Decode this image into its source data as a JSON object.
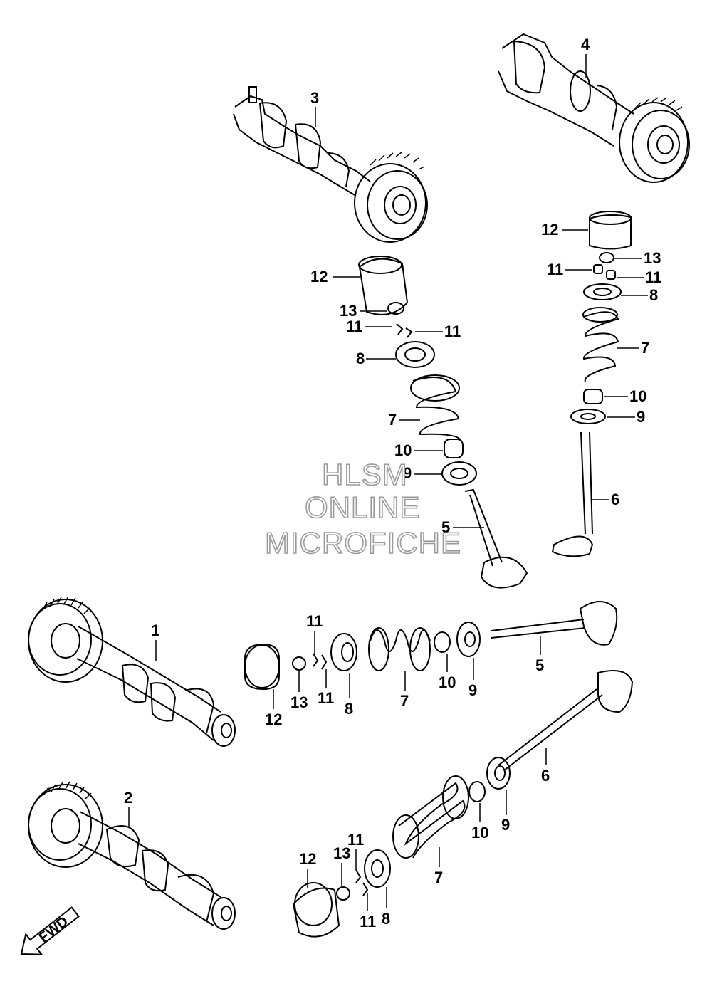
{
  "watermark": {
    "line1": "HLSM",
    "line2": "ONLINE",
    "line3": "MICROFICHE"
  },
  "fwd_label": "FWD",
  "labels": {
    "a3": "3",
    "a4": "4",
    "a12": "12",
    "a13": "13",
    "a11a": "11",
    "a11b": "11",
    "a8": "8",
    "a7": "7",
    "a10": "10",
    "a9": "9",
    "a5": "5",
    "b12": "12",
    "b13": "13",
    "b11a": "11",
    "b11b": "11",
    "b8": "8",
    "b7": "7",
    "b10": "10",
    "b9": "9",
    "b6": "6",
    "c1": "1",
    "c11": "11",
    "c12": "12",
    "c13": "13",
    "c11b": "11",
    "c8": "8",
    "c7": "7",
    "c10": "10",
    "c9": "9",
    "c5": "5",
    "d2": "2",
    "d6": "6",
    "d10": "10",
    "d9": "9",
    "d7": "7",
    "d12": "12",
    "d13": "13",
    "d11a": "11",
    "d11b": "11",
    "d8": "8"
  }
}
